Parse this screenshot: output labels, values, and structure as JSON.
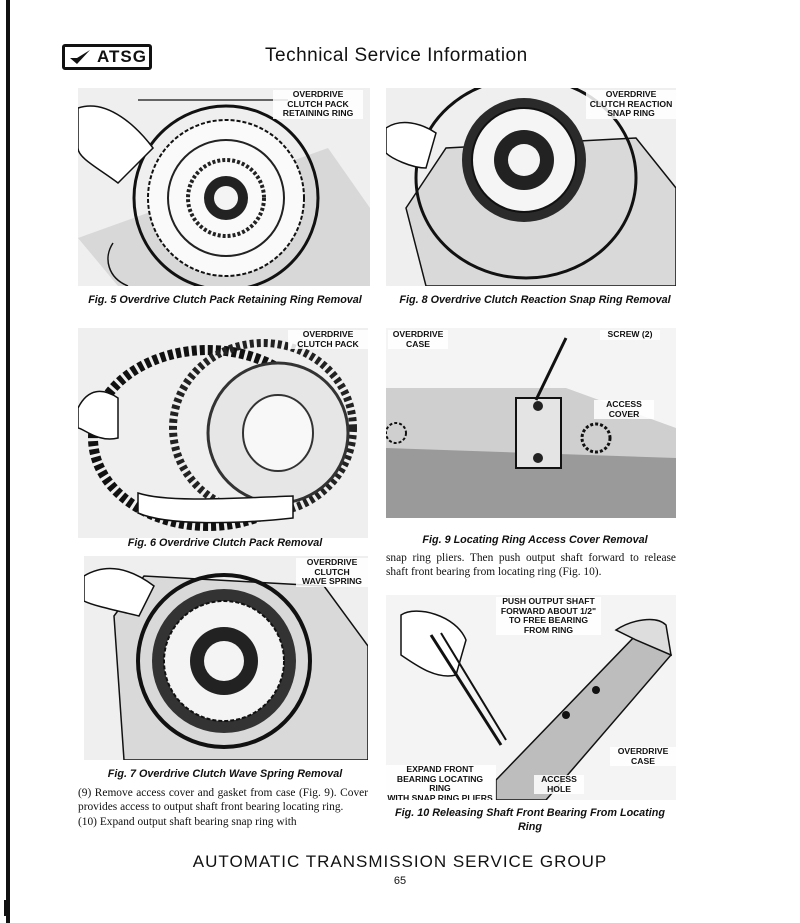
{
  "header": {
    "logo_text": "ATSG",
    "title": "Technical Service Information"
  },
  "figures": {
    "fig5": {
      "callout": "OVERDRIVE\nCLUTCH PACK\nRETAINING RING",
      "caption": "Fig. 5 Overdrive Clutch Pack Retaining Ring Removal"
    },
    "fig6": {
      "callout": "OVERDRIVE\nCLUTCH PACK",
      "caption": "Fig. 6 Overdrive Clutch Pack Removal"
    },
    "fig7": {
      "callout": "OVERDRIVE\nCLUTCH\nWAVE SPRING",
      "caption": "Fig. 7 Overdrive Clutch Wave Spring Removal"
    },
    "fig8": {
      "callout": "OVERDRIVE\nCLUTCH REACTION\nSNAP RING",
      "caption": "Fig. 8 Overdrive Clutch Reaction Snap Ring Removal"
    },
    "fig9": {
      "callout_case": "OVERDRIVE\nCASE",
      "callout_screw": "SCREW (2)",
      "callout_cover": "ACCESS\nCOVER",
      "caption": "Fig. 9 Locating Ring Access Cover Removal"
    },
    "fig10": {
      "callout_push": "PUSH OUTPUT SHAFT\nFORWARD ABOUT 1/2\"\nTO FREE BEARING\nFROM RING",
      "callout_case": "OVERDRIVE\nCASE",
      "callout_expand": "EXPAND FRONT\nBEARING LOCATING RING\nWITH SNAP RING PLIERS",
      "callout_hole": "ACCESS\nHOLE",
      "caption": "Fig. 10 Releasing Shaft Front Bearing From Locating Ring"
    }
  },
  "body": {
    "left_text": "(9) Remove access cover and gasket from case (Fig. 9). Cover provides access to output shaft front bearing locating ring.\n(10) Expand output shaft bearing snap ring with",
    "right_text": "snap ring pliers. Then push output shaft forward to release shaft front bearing from locating ring (Fig. 10)."
  },
  "footer": {
    "title": "AUTOMATIC TRANSMISSION SERVICE GROUP",
    "page_number": "65"
  }
}
